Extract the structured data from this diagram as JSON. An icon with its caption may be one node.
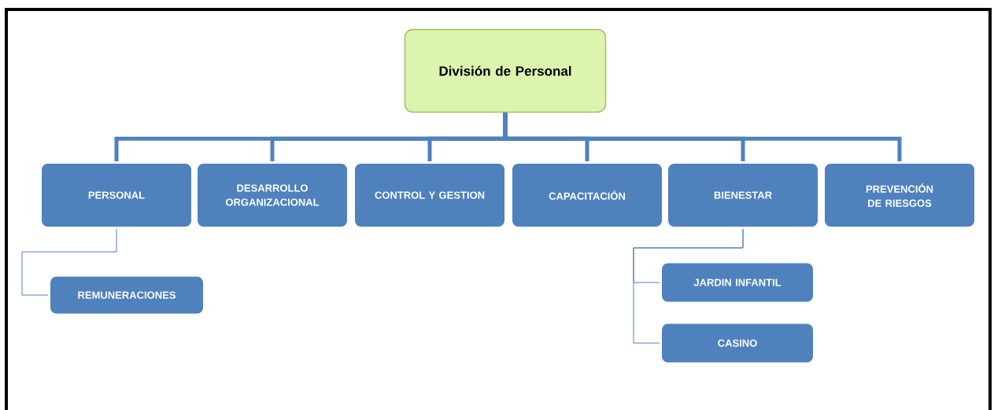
{
  "diagram": {
    "nodes": [
      {
        "text": [
          "División de Personal"
        ]
      },
      {
        "text": [
          "PERSONAL"
        ]
      },
      {
        "text": [
          "DESARROLLO ORGANIZACIONAL"
        ]
      },
      {
        "text": [
          "CONTROL Y GESTION"
        ]
      },
      {
        "text": [
          "CAPACITACIÓN"
        ]
      },
      {
        "text": [
          "BIENESTAR"
        ]
      },
      {
        "text": [
          "PREVENCIÓN DE RIESGOS"
        ]
      },
      {
        "text": [
          "REMUNERACIONES"
        ]
      },
      {
        "text": [
          "JARDIN INFANTIL"
        ]
      },
      {
        "text": [
          "CASINO"
        ]
      }
    ],
    "edges": [
      {
        "from": 0,
        "to": 1,
        "arrow": "none"
      },
      {
        "from": 0,
        "to": 2,
        "arrow": "none"
      },
      {
        "from": 0,
        "to": 3,
        "arrow": "none"
      },
      {
        "from": 0,
        "to": 4,
        "arrow": "none"
      },
      {
        "from": 0,
        "to": 5,
        "arrow": "none"
      },
      {
        "from": 0,
        "to": 6,
        "arrow": "none"
      },
      {
        "from": 1,
        "to": 7,
        "arrow": "none"
      },
      {
        "from": 5,
        "to": 8,
        "arrow": "none"
      },
      {
        "from": 5,
        "to": 9,
        "arrow": "none"
      }
    ]
  }
}
